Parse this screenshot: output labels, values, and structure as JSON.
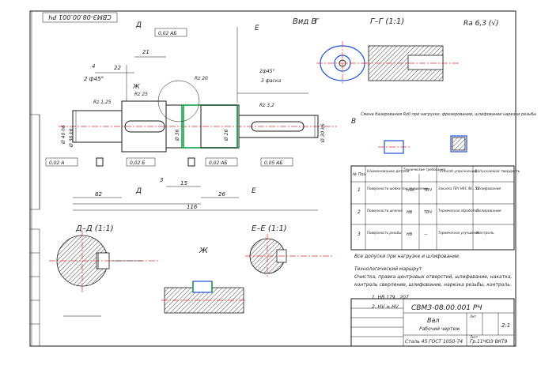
{
  "stamp_code": "СВМЗ-08.00.001 РЧ",
  "view_b_label": "Вид В",
  "section_gg_label": "Г–Г (1:1)",
  "section_dd_label": "Д–Д (1:1)",
  "section_ee_label": "Е–Е (1:1)",
  "detail_zh_label": "Ж",
  "roughness_general": "Ra 6,3 (√)",
  "cut_markers": {
    "d": "Д",
    "e": "Е",
    "g": "Г",
    "v": "В"
  },
  "note_center": "Смена базирования Rz0 при нагрузке, фрезеровании, шлифовании нарезки резьбы",
  "dims_top": [
    "21",
    "4",
    "2 ф45°",
    "22",
    "Ж",
    "Rz 20",
    "Rz 25",
    "Rz 1,25",
    "Rz 3,2",
    "2ф45°",
    "3 фаска"
  ],
  "dims_bottom": [
    "82",
    "26",
    "15",
    "3",
    "116"
  ],
  "dims_diams": [
    "Ø 40 h6",
    "Ø 38 k6",
    "Ø 36",
    "Ø 26",
    "Ø 30 k6"
  ],
  "tol_frames": [
    "0,02 A",
    "0,02 Б",
    "0,02 AБ",
    "0,02 АБ",
    "0,05 АБ"
  ],
  "table": {
    "headers": [
      "№ Поз",
      "Наименование детали",
      "Технические требования",
      "Способ упрочнения",
      "Допускаемая твердость"
    ],
    "rows": [
      [
        "1",
        "Поверхности шейки под подшипник",
        "НRC",
        "ТВЧ",
        "Закалка ТВЧ HRC 48...55",
        "Шлифование"
      ],
      [
        "2",
        "Поверхности шпонки",
        "НВ",
        "ТВЧ",
        "Термическая обработка",
        "Полирование"
      ],
      [
        "3",
        "Поверхность резьбы",
        "НВ",
        "—",
        "Термическое улучшение",
        "Контроль"
      ]
    ]
  },
  "notes": [
    "Все допуски при нагрузке и шлифовании.",
    "Технологический маршрут",
    "Очистка, правка центровых отверстий, шлифование, накатка,",
    "контроль сверление, шлифование, нарезка резьбы, контроль."
  ],
  "formula_1": "1. HB 179...207",
  "formula_2": "2. HV ≥ HV",
  "title_block": {
    "code": "СВМЗ-08.00.001 РЧ",
    "name": "Вал",
    "type": "Рабочий чертеж",
    "material": "Сталь 45 ГОСТ 1050-74",
    "org": "Гр.11ЧОЭ ВКТ9",
    "scale": "2:1",
    "sheet": "Лист",
    "lit": "Лит."
  }
}
